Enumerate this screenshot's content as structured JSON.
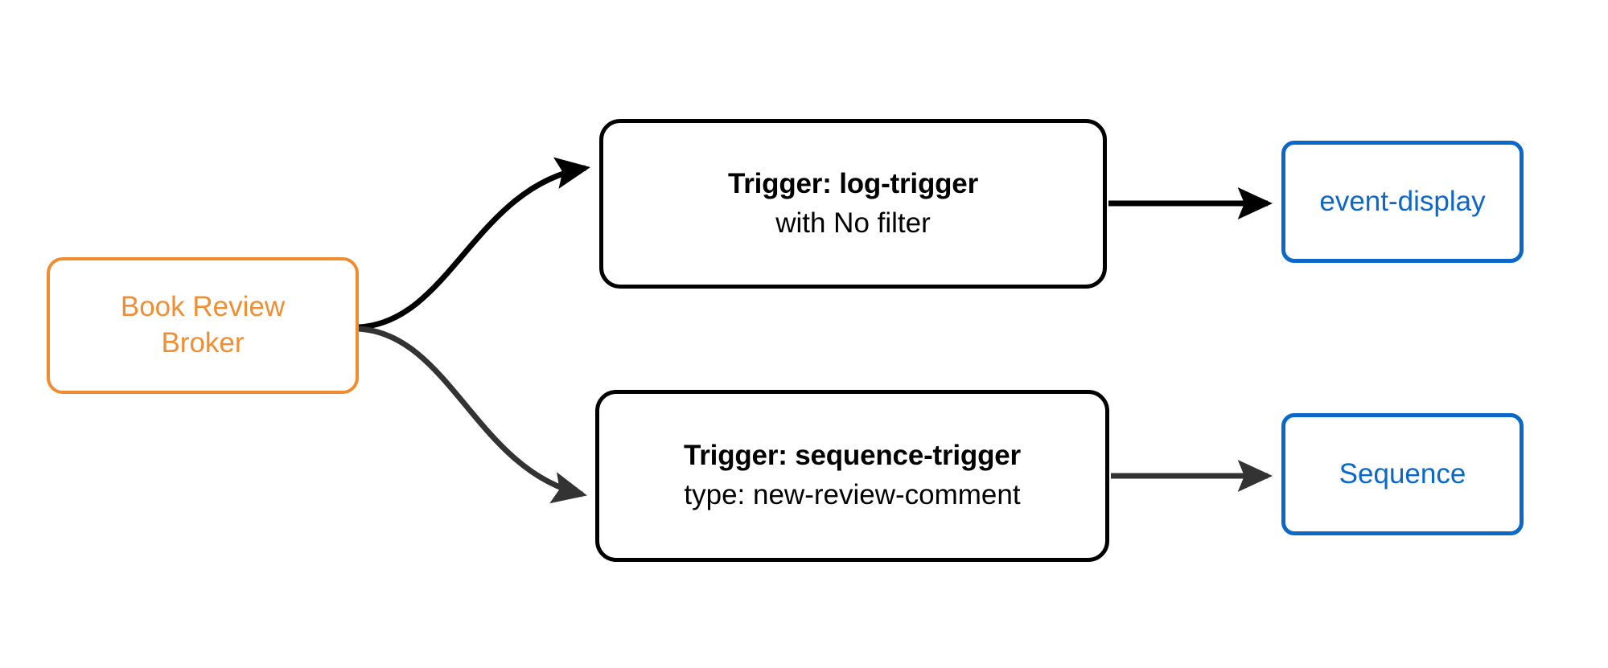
{
  "diagram": {
    "type": "flowchart",
    "direction": "left-to-right",
    "background_color": "#ffffff",
    "colors": {
      "broker_stroke": "#f08c30",
      "broker_text": "#ef8e33",
      "trigger_stroke": "#000000",
      "trigger_text": "#000000",
      "sink_stroke": "#0b68c8",
      "sink_text": "#0b68c8",
      "edge_primary": "#000000",
      "edge_secondary": "#333333"
    }
  },
  "nodes": {
    "broker": {
      "id": "book-review-broker",
      "line1": "Book Review",
      "line2": "Broker",
      "shape": "rounded-rect",
      "role": "broker"
    },
    "log_trigger": {
      "id": "log-trigger",
      "title": "Trigger: log-trigger",
      "subtitle": "with No filter",
      "shape": "rounded-rect",
      "role": "trigger"
    },
    "sequence_trigger": {
      "id": "sequence-trigger",
      "title": "Trigger: sequence-trigger",
      "subtitle": "type: new-review-comment",
      "shape": "rounded-rect",
      "role": "trigger"
    },
    "event_display": {
      "id": "event-display",
      "label": "event-display",
      "shape": "rounded-rect",
      "role": "sink"
    },
    "sequence": {
      "id": "sequence",
      "label": "Sequence",
      "shape": "rounded-rect",
      "role": "sink"
    }
  },
  "edges": [
    {
      "id": "broker-to-log-trigger",
      "from": "book-review-broker",
      "to": "log-trigger",
      "style": "curved",
      "color": "#000000",
      "arrowhead": "filled-triangle"
    },
    {
      "id": "broker-to-sequence-trigger",
      "from": "book-review-broker",
      "to": "sequence-trigger",
      "style": "curved",
      "color": "#333333",
      "arrowhead": "filled-triangle"
    },
    {
      "id": "log-trigger-to-event-display",
      "from": "log-trigger",
      "to": "event-display",
      "style": "straight",
      "color": "#000000",
      "arrowhead": "filled-triangle"
    },
    {
      "id": "sequence-trigger-to-sequence",
      "from": "sequence-trigger",
      "to": "sequence",
      "style": "straight",
      "color": "#333333",
      "arrowhead": "filled-triangle"
    }
  ]
}
